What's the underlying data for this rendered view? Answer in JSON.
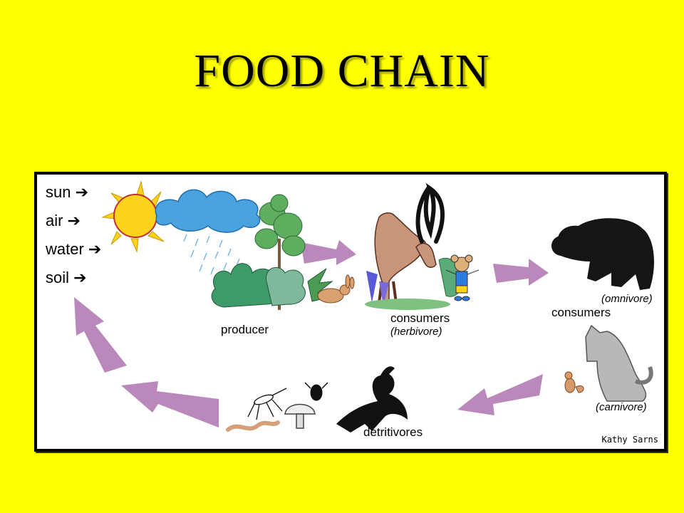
{
  "title": "FOOD CHAIN",
  "inputs": [
    {
      "label": "sun ➔"
    },
    {
      "label": "air ➔"
    },
    {
      "label": "water ➔"
    },
    {
      "label": "soil ➔"
    }
  ],
  "labels": {
    "producer": "producer",
    "consumers_herbivore": "consumers",
    "herbivore": "(herbivore)",
    "omnivore": "(omnivore)",
    "consumers_omnivore": "consumers",
    "carnivore": "(carnivore)",
    "detritivores": "detritivores"
  },
  "credit": "Kathy Sarns",
  "colors": {
    "background": "#ffff00",
    "arrow": "#bb88bb",
    "sun": "#ffd21e",
    "cloud": "#4aa3df",
    "plant": "#3f9a6a"
  }
}
